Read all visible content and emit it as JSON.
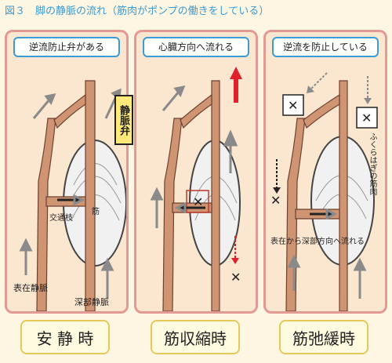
{
  "title": "図３　脚の静脈の流れ（筋肉がポンプの働きをしている）",
  "panels": [
    {
      "header": "逆流防止弁がある",
      "labels": {
        "communicating": "交通枝",
        "muscle": "筋",
        "superficial": "表在静脈",
        "deep": "深部静脈"
      }
    },
    {
      "header": "心臓方向へ流れる"
    },
    {
      "header": "逆流を防止している",
      "labels": {
        "calf": "ふくらはぎの筋肉",
        "flow": "表在から深部方向へ流れる"
      }
    }
  ],
  "valve_label": "静脈弁",
  "captions": [
    "安 静 時",
    "筋収縮時",
    "筋弛緩時"
  ],
  "colors": {
    "title": "#3b9bd4",
    "panel_border": "#e49a94",
    "panel_bg": "#fbe6cf",
    "vein": "#cf9472",
    "arrow": "#8a8a8a",
    "red_arrow": "#e0202a",
    "valve_tag": "#ffe97a"
  }
}
